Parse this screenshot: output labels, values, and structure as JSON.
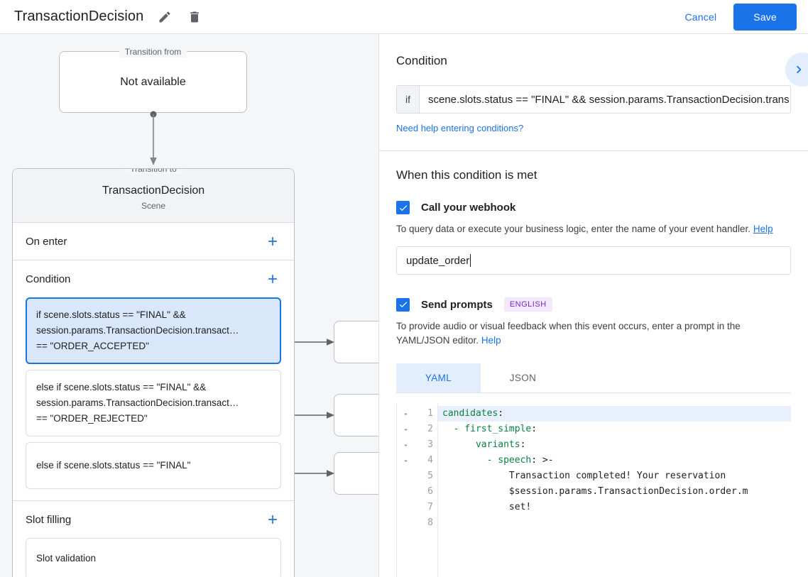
{
  "header": {
    "title": "TransactionDecision",
    "edit_icon": "pencil-icon",
    "delete_icon": "trash-icon",
    "cancel_label": "Cancel",
    "save_label": "Save",
    "accent_color": "#1a73e8"
  },
  "graph": {
    "transition_from": {
      "legend": "Transition from",
      "value": "Not available"
    },
    "transition_to": {
      "legend": "Transition to",
      "scene_name": "TransactionDecision",
      "scene_type": "Scene"
    },
    "sections": [
      {
        "title": "On enter",
        "add_icon": "plus-icon"
      },
      {
        "title": "Condition",
        "add_icon": "plus-icon"
      },
      {
        "title": "Slot filling",
        "add_icon": "plus-icon"
      }
    ],
    "conditions": [
      {
        "selected": true,
        "lines": [
          "if scene.slots.status == \"FINAL\" &&",
          "session.params.TransactionDecision.transact…",
          "== \"ORDER_ACCEPTED\""
        ]
      },
      {
        "selected": false,
        "lines": [
          "else if scene.slots.status == \"FINAL\" &&",
          "session.params.TransactionDecision.transact…",
          "== \"ORDER_REJECTED\""
        ]
      },
      {
        "selected": false,
        "lines": [
          "else if scene.slots.status == \"FINAL\""
        ]
      }
    ],
    "slot_filling": {
      "item_label": "Slot validation"
    }
  },
  "panel": {
    "toggle_icon": "chevron-right-icon",
    "condition": {
      "heading": "Condition",
      "if_prefix": "if",
      "value": "scene.slots.status == \"FINAL\" && session.params.TransactionDecision.trans",
      "help_link": "Need help entering conditions?"
    },
    "when_met": {
      "heading": "When this condition is met",
      "webhook": {
        "checked": true,
        "label": "Call your webhook",
        "description": "To query data or execute your business logic, enter the name of your event handler.",
        "help_label": "Help",
        "input_value": "update_order"
      },
      "prompts": {
        "checked": true,
        "label": "Send prompts",
        "language_badge": "ENGLISH",
        "badge_bg": "#f3e8fd",
        "badge_fg": "#7627bb",
        "description": "To provide audio or visual feedback when this event occurs, enter a prompt in the YAML/JSON editor.",
        "help_label": "Help",
        "tabs": [
          {
            "label": "YAML",
            "active": true
          },
          {
            "label": "JSON",
            "active": false
          }
        ],
        "editor": {
          "language": "yaml",
          "highlighted_line": 1,
          "fold_lines": [
            1,
            2,
            3,
            4
          ],
          "line_numbers": [
            1,
            2,
            3,
            4,
            5,
            6,
            7,
            8
          ],
          "lines": [
            {
              "n": 1,
              "key": "candidates",
              "rest": ":",
              "indent": 0
            },
            {
              "n": 2,
              "key": "  - first_simple",
              "rest": ":",
              "indent": 0
            },
            {
              "n": 3,
              "key": "      variants",
              "rest": ":",
              "indent": 0
            },
            {
              "n": 4,
              "key": "        - speech",
              "rest": ": >-",
              "indent": 0
            },
            {
              "n": 5,
              "key": "",
              "rest": "            Transaction completed! Your reservation",
              "indent": 0
            },
            {
              "n": 6,
              "key": "",
              "rest": "            $session.params.TransactionDecision.order.m",
              "indent": 0
            },
            {
              "n": 7,
              "key": "",
              "rest": "            set!",
              "indent": 0
            },
            {
              "n": 8,
              "key": "",
              "rest": "",
              "indent": 0
            }
          ]
        }
      }
    }
  }
}
